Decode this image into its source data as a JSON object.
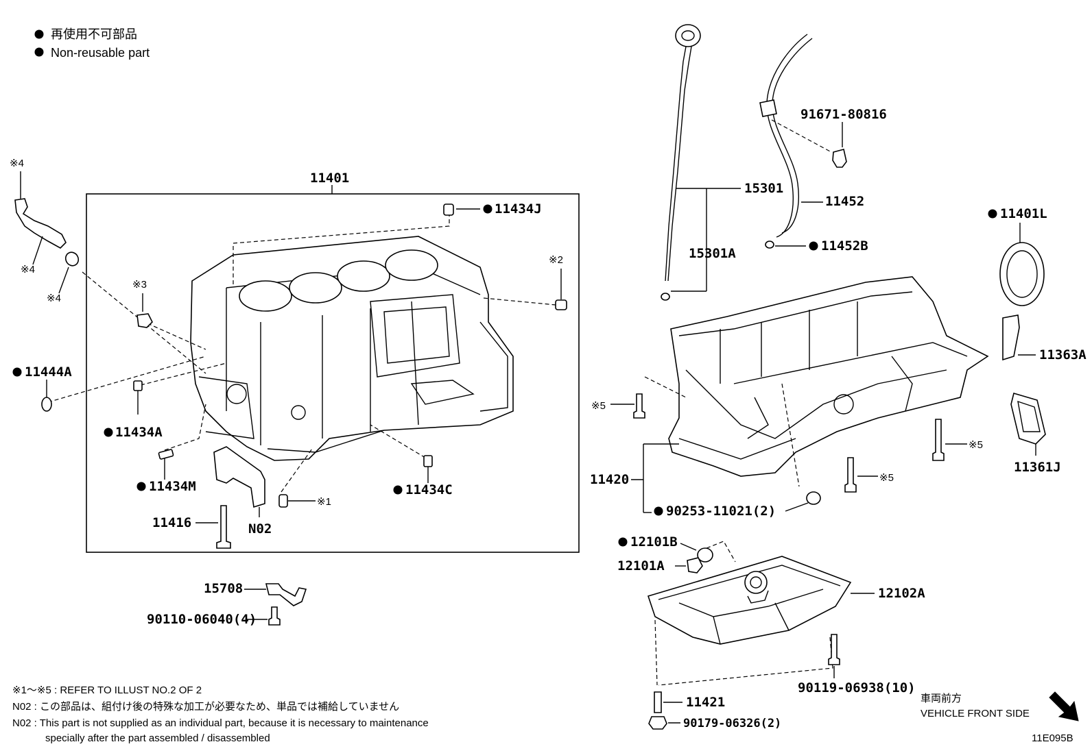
{
  "legend": {
    "jp": "再使用不可部品",
    "en": "Non-reusable part"
  },
  "labels": {
    "p11401": "11401",
    "p11434J": "11434J",
    "p11444A": "11444A",
    "p11434A": "11434A",
    "p11434M": "11434M",
    "p11434C": "11434C",
    "p11416": "11416",
    "pN02": "N02",
    "p15708": "15708",
    "p90110": "90110-06040(4)",
    "p15301": "15301",
    "p15301A": "15301A",
    "p11452": "11452",
    "p11452B": "11452B",
    "p91671": "91671-80816",
    "p11401L": "11401L",
    "p11363A": "11363A",
    "p11361J": "11361J",
    "p11420": "11420",
    "p90253": "90253-11021(2)",
    "p12101B": "12101B",
    "p12101A": "12101A",
    "p12102A": "12102A",
    "p90119": "90119-06938(10)",
    "p11421": "11421",
    "p90179": "90179-06326(2)"
  },
  "refs": {
    "r4a": "※4",
    "r4b": "※4",
    "r4c": "※4",
    "r3": "※3",
    "r2": "※2",
    "r1": "※1",
    "r5a": "※5",
    "r5b": "※5",
    "r5c": "※5"
  },
  "notes": {
    "refer": "※1～※5 : REFER TO ILLUST NO.2 OF 2",
    "n02_jp": "N02 : この部品は、組付け後の特殊な加工が必要なため、単品では補給していません",
    "n02_en1": "N02 : This part is not supplied as an individual part, because it is necessary to maintenance",
    "n02_en2": "specially after the part assembled / disassembled"
  },
  "front": {
    "jp": "車両前方",
    "en": "VEHICLE FRONT SIDE"
  },
  "code": "11E095B"
}
